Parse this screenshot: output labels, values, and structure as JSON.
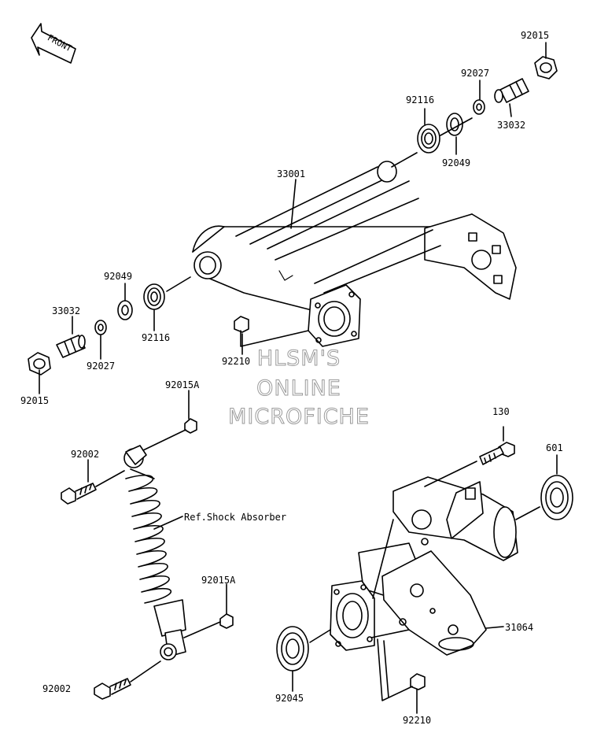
{
  "front_marker": {
    "text": "FRONT"
  },
  "watermark": {
    "lines": [
      "HLSM'S",
      "ONLINE",
      "MICROFICHE"
    ]
  },
  "callouts": {
    "top_nut_right": "92015",
    "top_washer_right": "92027",
    "top_bearing_right": "92116",
    "top_collar_right": "33032",
    "top_seal_right": "92049",
    "swingarm": "33001",
    "seal_left": "92049",
    "sleeve_left": "33032",
    "bearing_left": "92116",
    "washer_left": "92027",
    "nut_left": "92015",
    "nut_swingarm": "92210",
    "shock_top_nut": "92015A",
    "shock_top_bolt": "92002",
    "shock_ref": "Ref.Shock Absorber",
    "shock_bottom_nut": "92015A",
    "shock_bottom_bolt": "92002",
    "carrier_bolt": "130",
    "carrier_bearing_right": "601",
    "carrier": "31064",
    "carrier_bearing_left": "92045",
    "nut_carrier": "92210"
  }
}
